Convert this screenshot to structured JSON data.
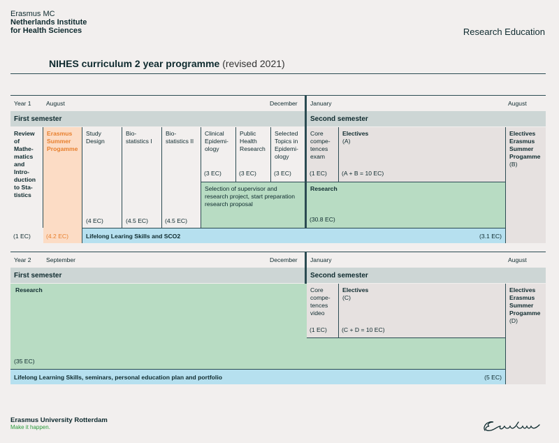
{
  "header": {
    "org_line1": "Erasmus MC",
    "org_line2": "Netherlands Institute",
    "org_line3": "for Health Sciences",
    "department": "Research Education"
  },
  "title": {
    "main": "NIHES curriculum 2 year programme",
    "note": "(revised 2021)"
  },
  "year1": {
    "year": "Year 1",
    "start_month": "August",
    "mid_month": "December",
    "jan": "January",
    "end_month": "August",
    "first_semester": "First semester",
    "second_semester": "Second semester",
    "review": "Review of Mathe-matics and Intro-duction to Sta-tistics",
    "review_ec": "(1 EC)",
    "summer": "Erasmus Summer Progamme",
    "summer_ec": "(4.2 EC)",
    "study_design": "Study Design",
    "study_design_ec": "(4 EC)",
    "biostat1": "Bio-statistics I",
    "biostat1_ec": "(4.5 EC)",
    "biostat2": "Bio-statistics II",
    "biostat2_ec": "(4.5 EC)",
    "clin_epi": "Clinical Epidemi-ology",
    "clin_epi_ec": "(3 EC)",
    "public_health": "Public Health Research",
    "public_health_ec": "(3 EC)",
    "selected_topics": "Selected Topics in Epidemi-ology",
    "selected_topics_ec": "(3 EC)",
    "core_exam": "Core compe-tences exam",
    "core_exam_ec": "(1 EC)",
    "electives": "Electives",
    "electives_sub": "(A)",
    "electives_ec": "(A + B = 10 EC)",
    "electives_summer": "Electives Erasmus Summer Progamme",
    "electives_summer_sub": "(B)",
    "supervisor": "Selection of supervisor and research project, start preparation research proposal",
    "research": "Research",
    "research_ec": "(30.8 EC)",
    "lifelong": "Lifelong Learing Skills and SCO2",
    "lifelong_ec": "(3.1 EC)"
  },
  "year2": {
    "year": "Year 2",
    "start_month": "September",
    "mid_month": "December",
    "jan": "January",
    "end_month": "August",
    "first_semester": "First semester",
    "second_semester": "Second semester",
    "research": "Research",
    "research_ec": "(35 EC)",
    "core_video": "Core compe-tences video",
    "core_video_ec": "(1 EC)",
    "electives": "Electives",
    "electives_sub": "(C)",
    "electives_ec": "(C + D = 10 EC)",
    "electives_summer": "Electives Erasmus Summer Progamme",
    "electives_summer_sub": "(D)",
    "lifelong": "Lifelong Learning Skills, seminars, personal education plan and portfolio",
    "lifelong_ec": "(5 EC)"
  },
  "footer": {
    "university": "Erasmus University Rotterdam",
    "tagline": "Make it happen.",
    "signature": "Erasmus"
  },
  "colors": {
    "green": "#b8dcc3",
    "blue": "#b6e0ef",
    "orange": "#fcdcc5",
    "grey": "#cdd6d5",
    "accent": "#e77f2d"
  }
}
